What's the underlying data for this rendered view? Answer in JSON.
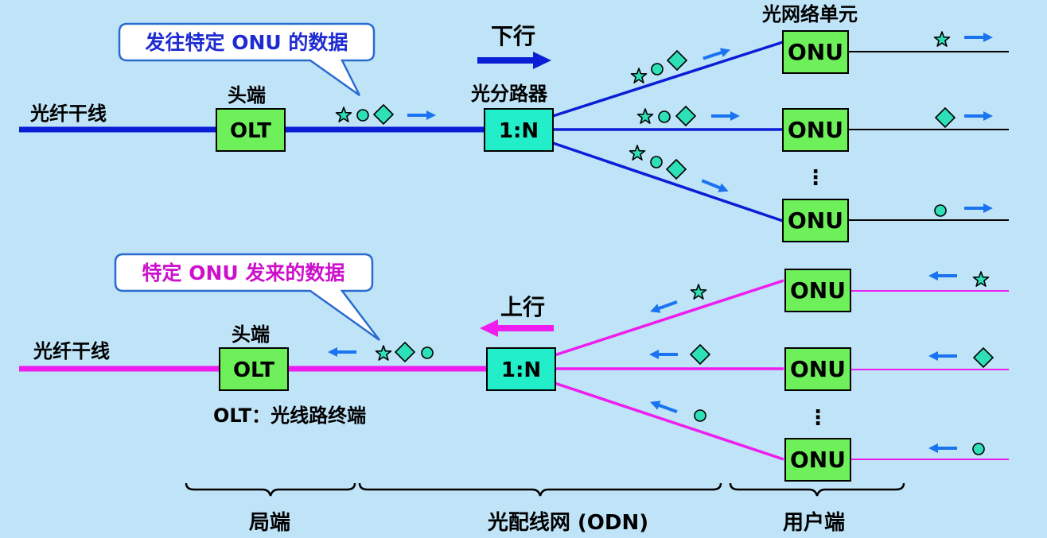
{
  "labels": {
    "down_callout": "发往特定 ONU 的数据",
    "up_callout": "特定 ONU 发来的数据",
    "trunk": "光纤干线",
    "headend": "头端",
    "olt": "OLT",
    "splitter_label": "光分路器",
    "splitter": "1:N",
    "onu": "ONU",
    "onu_unit": "光网络单元",
    "downstream": "下行",
    "upstream": "上行",
    "olt_note": "OLT：光线路终端",
    "dots": "⋮",
    "zone_office": "局端",
    "zone_odn": "光配线网 (ODN)",
    "zone_user": "用户端"
  },
  "colors": {
    "background": "#bfe3f7",
    "downstream_line": "#0a1ed6",
    "upstream_line": "#ee1cee",
    "box_fill": "#6ef05a",
    "splitter_fill": "#22efc9",
    "symbol_fill": "#2ee0b8",
    "arrow": "#1a73f0",
    "down_callout_text": "#1e2bd0",
    "up_callout_text": "#cc10cc"
  }
}
